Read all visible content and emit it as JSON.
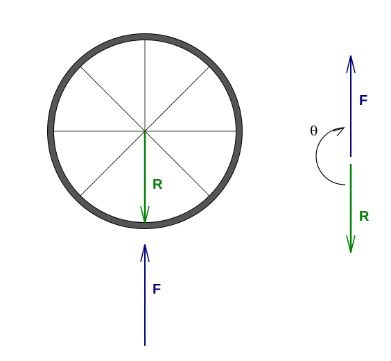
{
  "wheel": {
    "rim_color": "#555555",
    "spoke_count": 8
  },
  "forces": {
    "applied": {
      "label": "F",
      "color": "#000080"
    },
    "reaction": {
      "label": "R",
      "color": "#008000"
    }
  },
  "angle": {
    "label": "θ"
  }
}
